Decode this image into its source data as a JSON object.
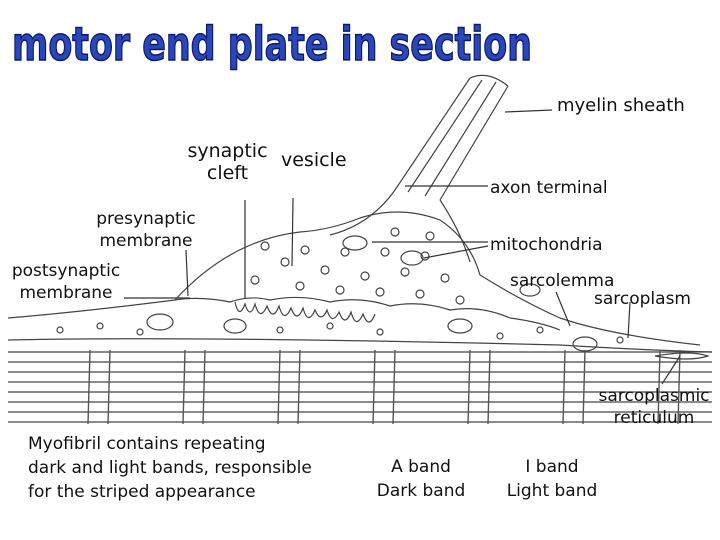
{
  "title": "motor end plate in section",
  "colors": {
    "title_fill": "#2a46b8",
    "title_stroke": "#0a1a6a",
    "ink": "#333333"
  },
  "labels": {
    "myelin_sheath": "myelin sheath",
    "synaptic_cleft": [
      "synaptic",
      "cleft"
    ],
    "vesicle": "vesicle",
    "axon_terminal": "axon terminal",
    "presynaptic_membrane": [
      "presynaptic",
      "membrane"
    ],
    "mitochondria": "mitochondria",
    "postsynaptic_membrane": [
      "postsynaptic",
      "membrane"
    ],
    "sarcolemma": "sarcolemma",
    "sarcoplasm": "sarcoplasm",
    "sarcoplasmic_reticulum": [
      "sarcoplasmic",
      "reticulum"
    ],
    "myofibril_note": [
      "Myofibril contains repeating",
      "dark and light bands, responsible",
      "for the striped appearance"
    ],
    "a_band": [
      "A band",
      "Dark band"
    ],
    "i_band": [
      "I band",
      "Light band"
    ]
  }
}
